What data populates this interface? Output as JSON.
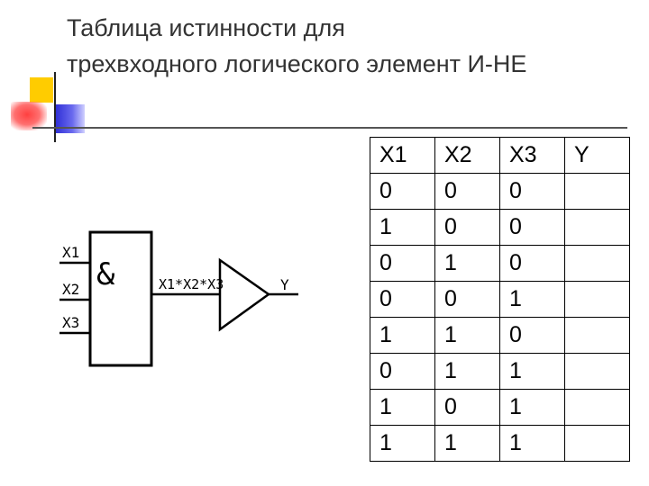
{
  "title": {
    "line1": "Таблица истинности для",
    "line2": "трехвходного логического элемент И-НЕ"
  },
  "diagram": {
    "inputs": [
      "X1",
      "X2",
      "X3"
    ],
    "and_symbol": "&",
    "expression": "X1*X2*X3",
    "output": "Y"
  },
  "table": {
    "headers": [
      "X1",
      "X2",
      "X3",
      "Y"
    ],
    "rows": [
      [
        "0",
        "0",
        "0",
        ""
      ],
      [
        "1",
        "0",
        "0",
        ""
      ],
      [
        "0",
        "1",
        "0",
        ""
      ],
      [
        "0",
        "0",
        "1",
        ""
      ],
      [
        "1",
        "1",
        "0",
        ""
      ],
      [
        "0",
        "1",
        "1",
        ""
      ],
      [
        "1",
        "0",
        "1",
        ""
      ],
      [
        "1",
        "1",
        "1",
        ""
      ]
    ]
  },
  "colors": {
    "title_text": "#333333",
    "accent_yellow": "#ffcc00",
    "accent_red": "#ff4040",
    "accent_blue": "#2a2ad4"
  }
}
